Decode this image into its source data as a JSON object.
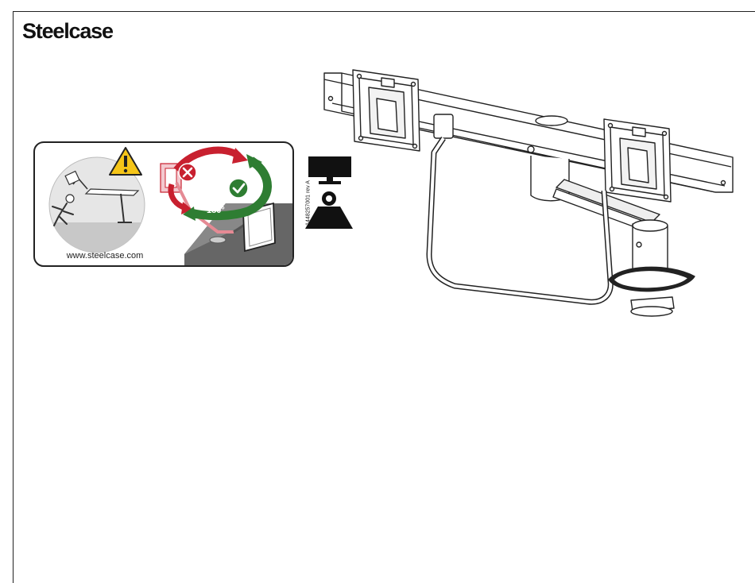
{
  "brand": {
    "name": "Steelcase"
  },
  "warning_card": {
    "url": "www.steelcase.com",
    "part_code": "1448257001 rev A",
    "rotation_label": "180°"
  },
  "icons": {
    "warning": "warning-triangle-icon",
    "wrong": "x-circle-icon",
    "correct": "check-circle-icon",
    "monitor": "monitor-icon",
    "weight": "weight-icon"
  },
  "colors": {
    "wrong": "#c8202f",
    "correct": "#2e7d32",
    "warning": "#f5c518"
  }
}
